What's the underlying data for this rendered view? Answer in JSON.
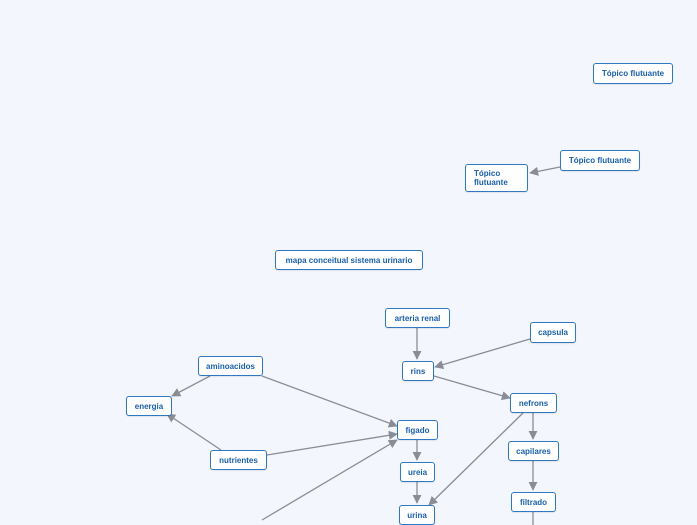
{
  "diagram": {
    "nodes": [
      {
        "id": "topico1",
        "label": "Tópico flutuante"
      },
      {
        "id": "topico2",
        "label": "Tópico flutuante"
      },
      {
        "id": "topico3",
        "label": "Tópico flutuante"
      },
      {
        "id": "mapa",
        "label": "mapa conceitual sistema urinario"
      },
      {
        "id": "arteria",
        "label": "arteria renal"
      },
      {
        "id": "capsula",
        "label": "capsula"
      },
      {
        "id": "rins",
        "label": "rins"
      },
      {
        "id": "aminoacidos",
        "label": "aminoacidos"
      },
      {
        "id": "energia",
        "label": "energia"
      },
      {
        "id": "nefrons",
        "label": "nefrons"
      },
      {
        "id": "figado",
        "label": "figado"
      },
      {
        "id": "nutrientes",
        "label": "nutrientes"
      },
      {
        "id": "capilares",
        "label": "capilares"
      },
      {
        "id": "ureia",
        "label": "ureia"
      },
      {
        "id": "filtrado",
        "label": "filtrado"
      },
      {
        "id": "urina",
        "label": "urina"
      }
    ],
    "edges": [
      {
        "from": "topico2",
        "to": "topico3"
      },
      {
        "from": "arteria",
        "to": "rins"
      },
      {
        "from": "capsula",
        "to": "rins"
      },
      {
        "from": "rins",
        "to": "nefrons"
      },
      {
        "from": "aminoacidos",
        "to": "energia"
      },
      {
        "from": "aminoacidos",
        "to": "figado"
      },
      {
        "from": "nutrientes",
        "to": "energia"
      },
      {
        "from": "nutrientes",
        "to": "figado"
      },
      {
        "from": "offscreen",
        "to": "figado"
      },
      {
        "from": "figado",
        "to": "ureia"
      },
      {
        "from": "ureia",
        "to": "urina"
      },
      {
        "from": "nefrons",
        "to": "urina"
      },
      {
        "from": "nefrons",
        "to": "capilares"
      },
      {
        "from": "capilares",
        "to": "filtrado"
      },
      {
        "from": "filtrado",
        "to": "offscreen-below"
      }
    ],
    "colors": {
      "background": "#f3f6fd",
      "node_border": "#2f78c2",
      "node_text": "#1a5fa8",
      "edge": "#8a8d96"
    }
  }
}
